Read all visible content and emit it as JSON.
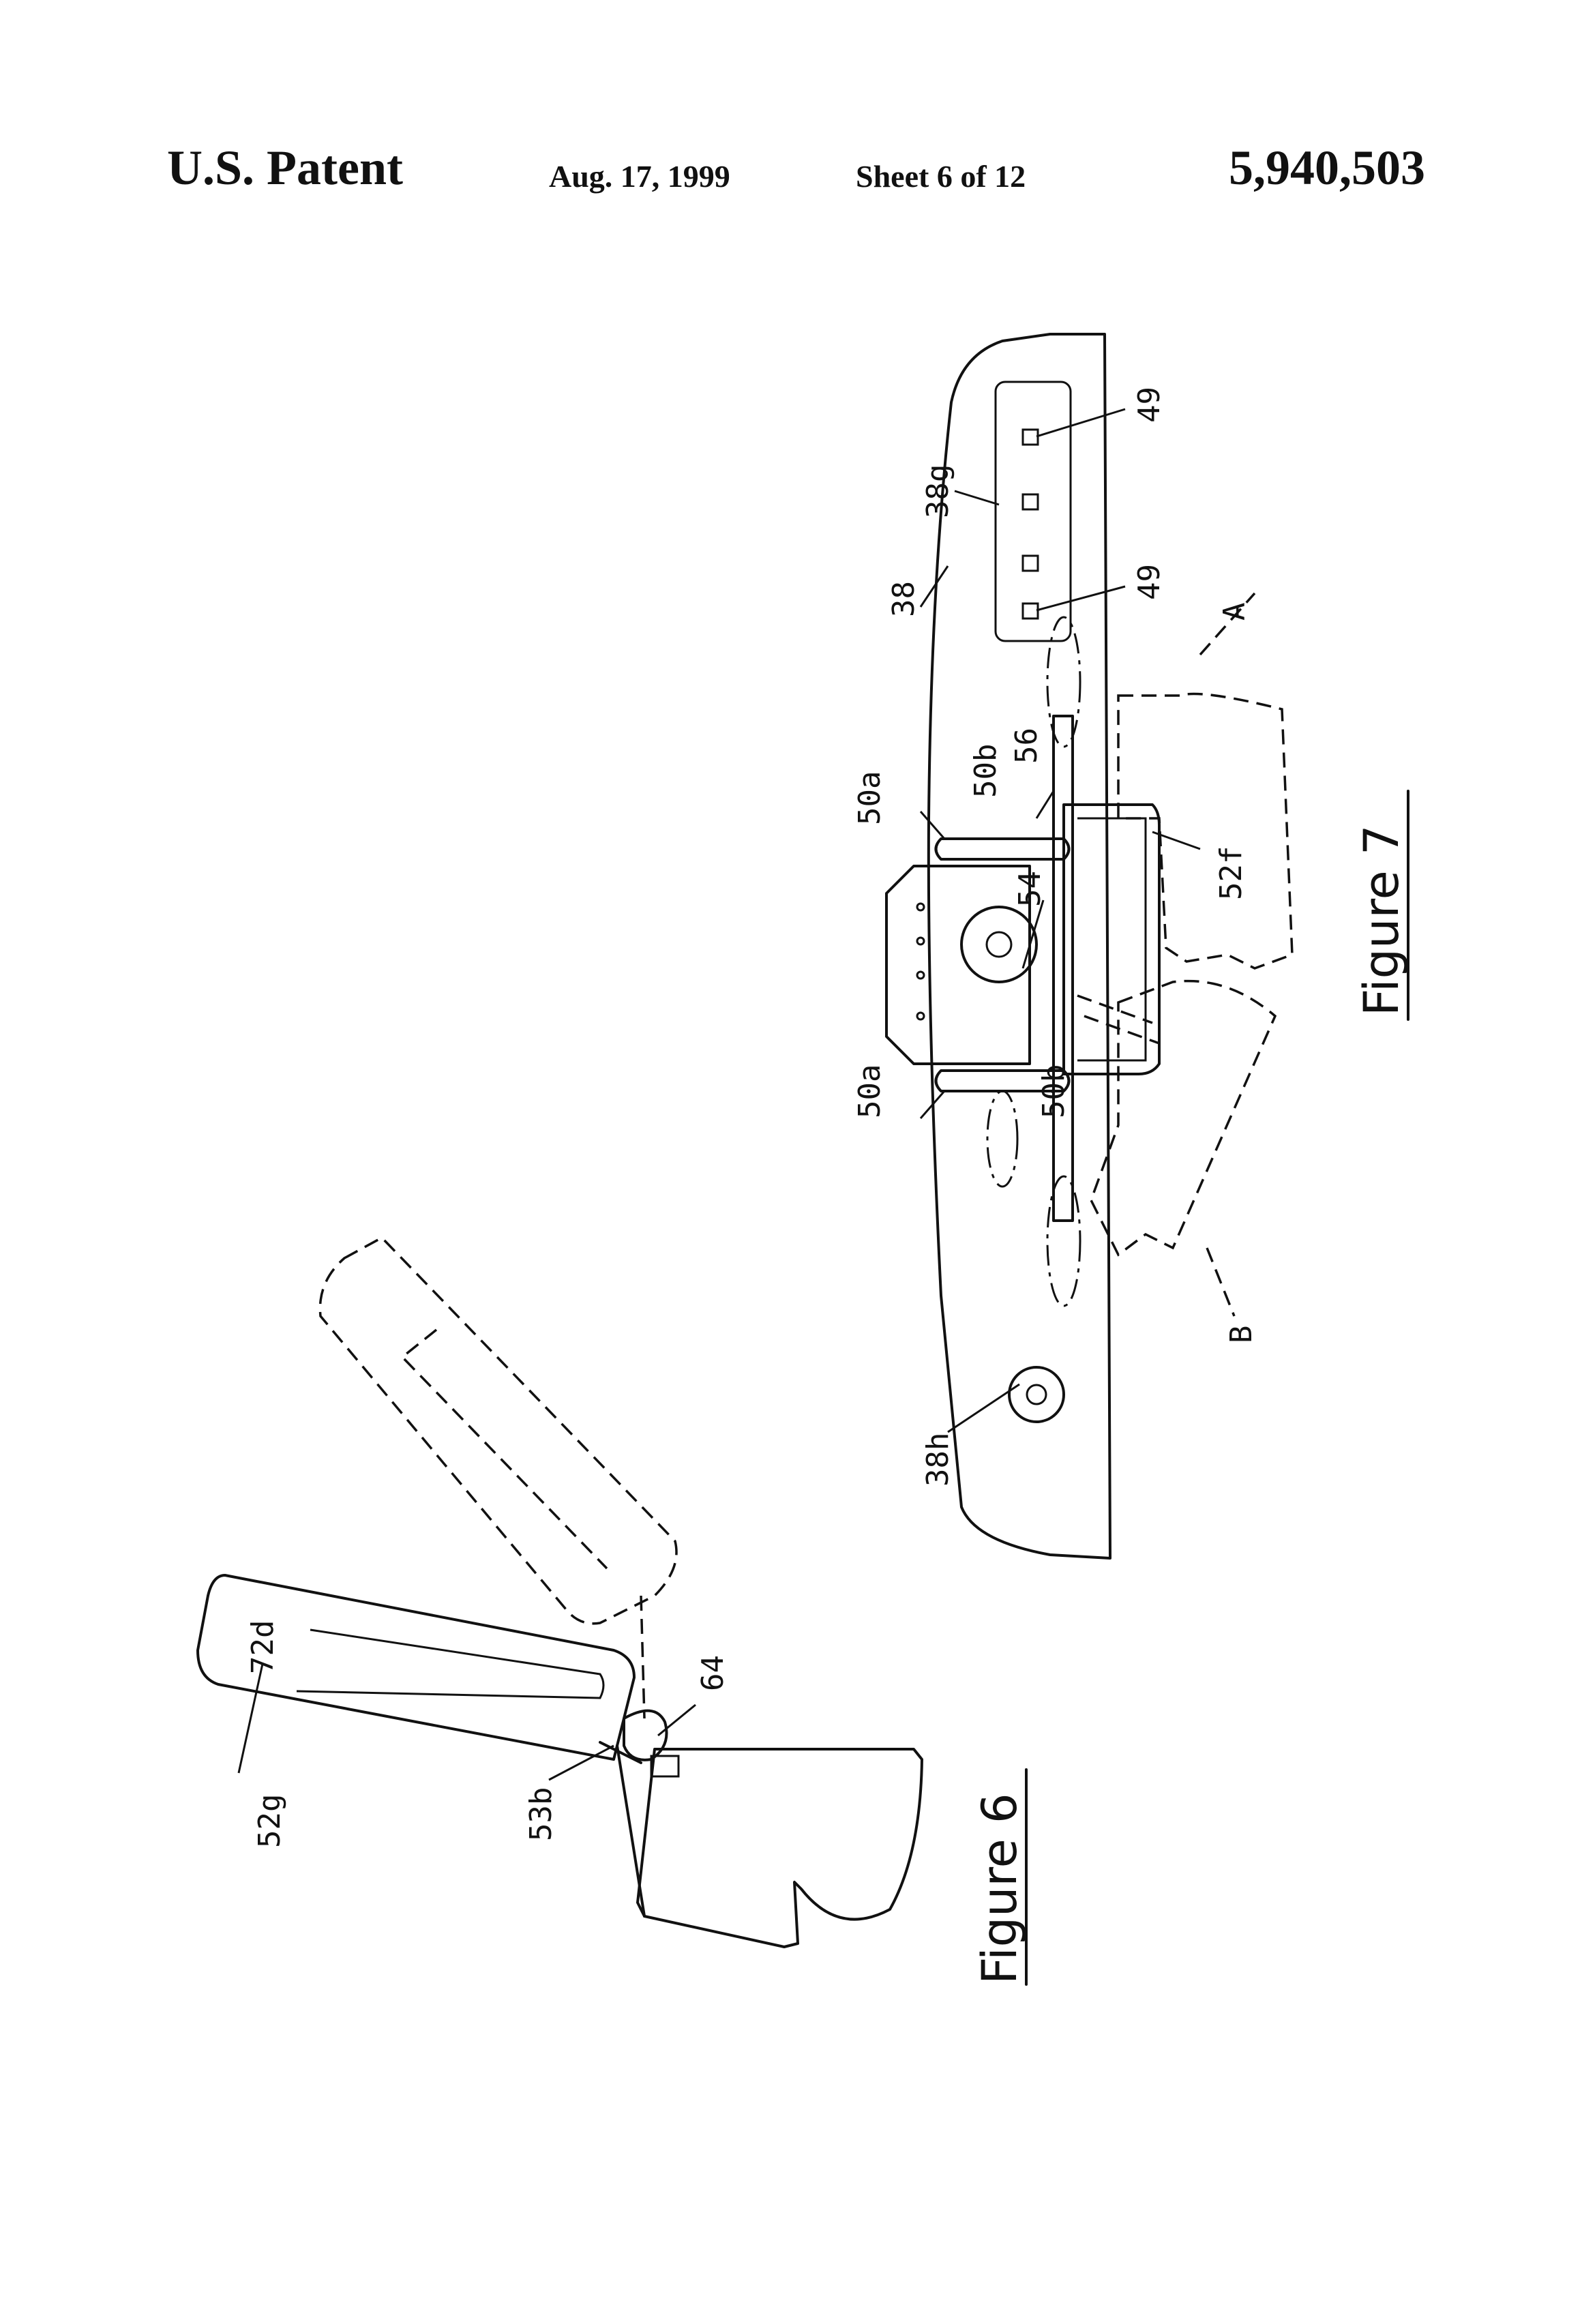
{
  "header": {
    "left": "U.S. Patent",
    "date": "Aug. 17, 1999",
    "sheet": "Sheet 6 of 12",
    "patent_number": "5,940,503"
  },
  "figure6": {
    "caption": "Figure 6",
    "labels": {
      "l52g": "52g",
      "l53b": "53b",
      "l64": "64",
      "l72d": "72d"
    }
  },
  "figure7": {
    "caption": "Figure 7",
    "labels": {
      "l38": "38",
      "l38g": "38g",
      "l38h": "38h",
      "l49a": "49",
      "l49b": "49",
      "l50a1": "50a",
      "l50a2": "50a",
      "l50b1": "50b",
      "l50b2": "50b",
      "l52f": "52f",
      "l54": "54",
      "l56": "56",
      "lA": "A",
      "lB": "B"
    }
  }
}
